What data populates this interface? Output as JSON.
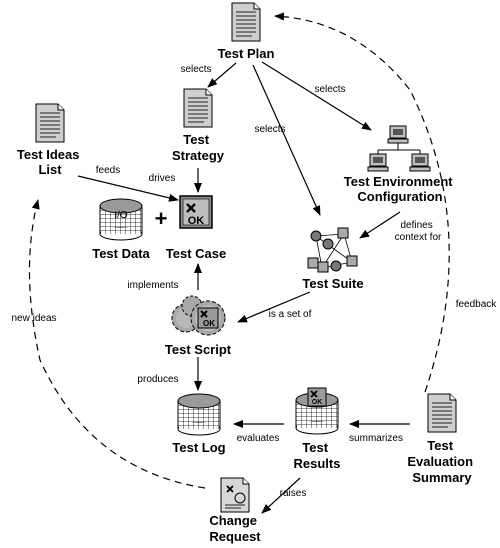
{
  "nodes": {
    "test_plan": "Test Plan",
    "test_ideas_list": [
      "Test Ideas",
      "List"
    ],
    "test_strategy": [
      "Test",
      "Strategy"
    ],
    "test_environment_configuration": [
      "Test Environment",
      "Configuration"
    ],
    "test_data": "Test Data",
    "io_label": "I/O",
    "plus_sign": "+",
    "test_case": "Test Case",
    "test_suite": "Test Suite",
    "test_script": "Test Script",
    "test_log": "Test Log",
    "test_results": [
      "Test",
      "Results"
    ],
    "test_evaluation_summary": [
      "Test",
      "Evaluation",
      "Summary"
    ],
    "change_request": [
      "Change",
      "Request"
    ]
  },
  "edges": {
    "selects_strategy": "selects",
    "selects_env": "selects",
    "selects_suite": "selects",
    "feeds": "feeds",
    "drives": "drives",
    "defines_context": [
      "defines",
      "context for"
    ],
    "implements": "implements",
    "is_a_set_of": "is a set of",
    "produces": "produces",
    "evaluates": "evaluates",
    "summarizes": "summarizes",
    "raises": "raises",
    "feedback": "feedback",
    "new_ideas": "new ideas"
  }
}
